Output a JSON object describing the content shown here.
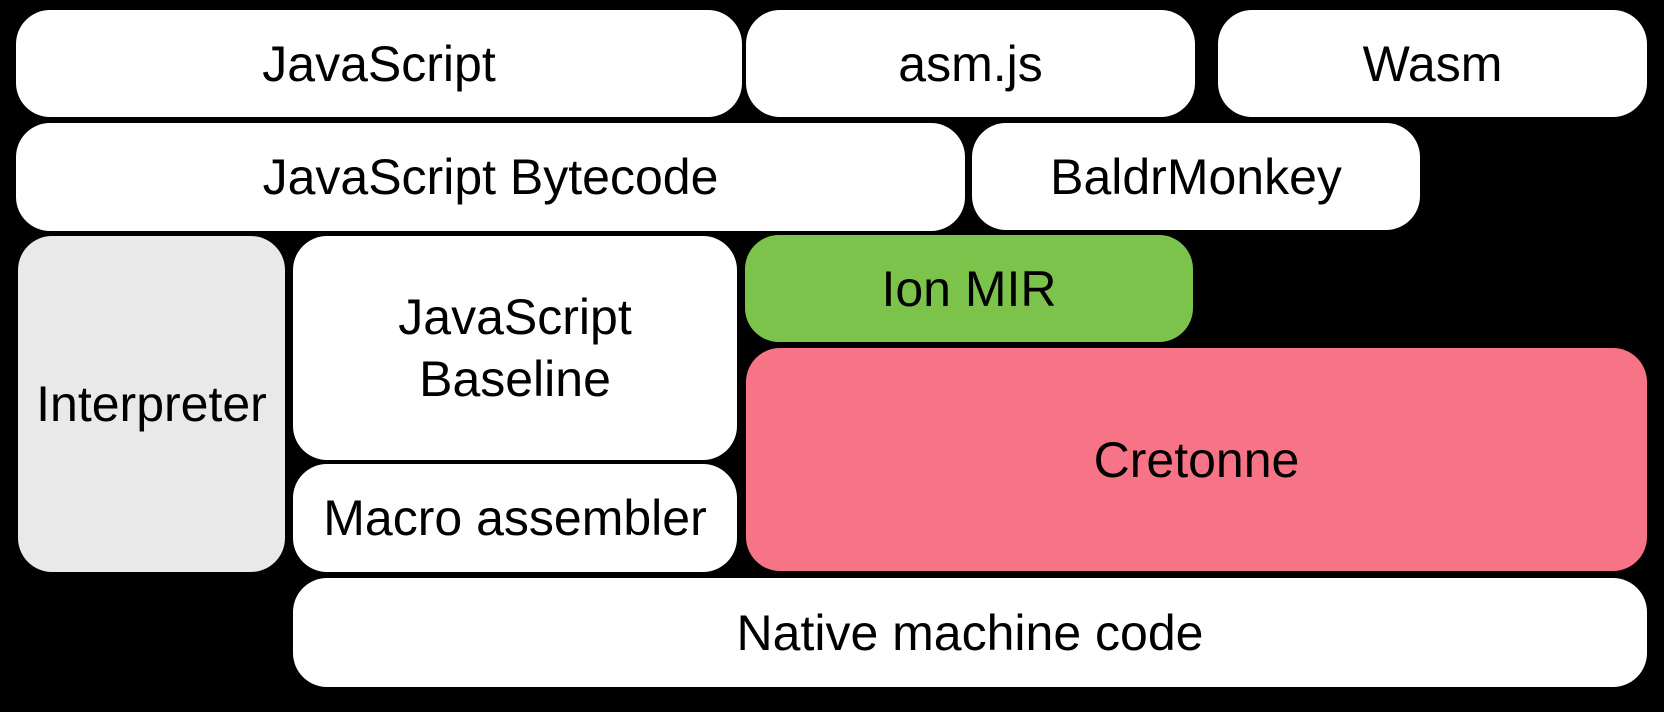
{
  "colors": {
    "background": "#000000",
    "box_white": "#ffffff",
    "box_gray": "#e9e9e9",
    "box_green": "#7cc34c",
    "box_pink": "#f77487",
    "text": "#000000"
  },
  "boxes": {
    "javascript": {
      "label": "JavaScript",
      "fill": "#ffffff"
    },
    "asmjs": {
      "label": "asm.js",
      "fill": "#ffffff"
    },
    "wasm": {
      "label": "Wasm",
      "fill": "#ffffff"
    },
    "javascript_bytecode": {
      "label": "JavaScript Bytecode",
      "fill": "#ffffff"
    },
    "baldrmonkey": {
      "label": "BaldrMonkey",
      "fill": "#ffffff"
    },
    "interpreter": {
      "label": "Interpreter",
      "fill": "#e9e9e9"
    },
    "javascript_baseline": {
      "label": "JavaScript Baseline",
      "fill": "#ffffff"
    },
    "ion_mir": {
      "label": "Ion MIR",
      "fill": "#7cc34c"
    },
    "cretonne": {
      "label": "Cretonne",
      "fill": "#f77487"
    },
    "macro_assembler": {
      "label": "Macro assembler",
      "fill": "#ffffff"
    },
    "native_machine_code": {
      "label": "Native machine code",
      "fill": "#ffffff"
    }
  }
}
